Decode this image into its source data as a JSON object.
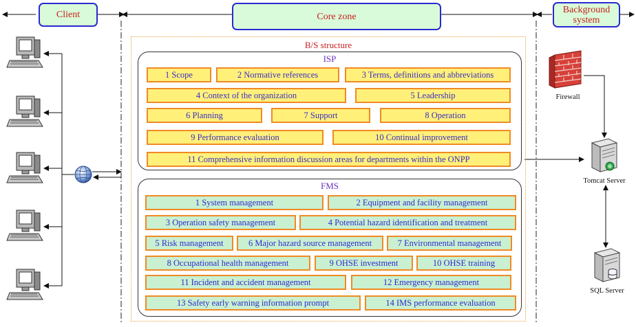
{
  "headers": {
    "client": "Client",
    "core": "Core zone",
    "background": "Background system"
  },
  "bs_title": "B/S structure",
  "isp": {
    "title": "ISP",
    "items": [
      "1 Scope",
      "2 Normative references",
      "3 Terms, definitions and abbreviations",
      "4 Context of the organization",
      "5 Leadership",
      "6 Planning",
      "7 Support",
      "8 Operation",
      "9 Performance evaluation",
      "10 Continual improvement",
      "11 Comprehensive information discussion areas for departments within the ONPP"
    ]
  },
  "fms": {
    "title": "FMS",
    "items": [
      "1 System management",
      "2 Equipment and facility management",
      "3 Operation safety management",
      "4 Potential hazard identification and treatment",
      "5 Risk management",
      "6 Major hazard source management",
      "7 Environmental management",
      "8 Occupational health management",
      "9 OHSE investment",
      "10 OHSE training",
      "11 Incident and accident management",
      "12 Emergency management",
      "13 Safety early warning information prompt",
      "14 IMS performance evaluation"
    ]
  },
  "servers": {
    "firewall": "Firewall",
    "tomcat": "Tomcat Server",
    "sql": "SQL Server"
  },
  "colors": {
    "header_fill": "#d9fbd9",
    "header_border": "#2a2ad0",
    "isp_fill": "#fff07a",
    "fms_fill": "#c9f0d0",
    "box_border": "#f08a24"
  }
}
